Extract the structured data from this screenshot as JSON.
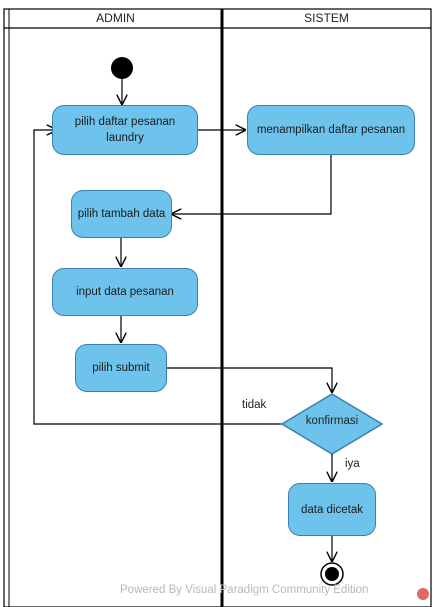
{
  "lanes": {
    "admin": "ADMIN",
    "sistem": "SISTEM"
  },
  "nodes": {
    "pilih_daftar": "pilih daftar pesanan laundry",
    "menampilkan": "menampilkan daftar pesanan",
    "pilih_tambah": "pilih tambah data",
    "input_data": "input data pesanan",
    "pilih_submit": "pilih submit",
    "konfirmasi": "konfirmasi",
    "data_dicetak": "data dicetak"
  },
  "edge_labels": {
    "tidak": "tidak",
    "iya": "iya"
  },
  "watermark": "Powered By  Visual Paradigm Community Edition",
  "colors": {
    "node_fill": "#6ec3ec",
    "node_border": "#3a7fb0",
    "decision_fill": "#6ec3ec",
    "lines": "#000000"
  }
}
